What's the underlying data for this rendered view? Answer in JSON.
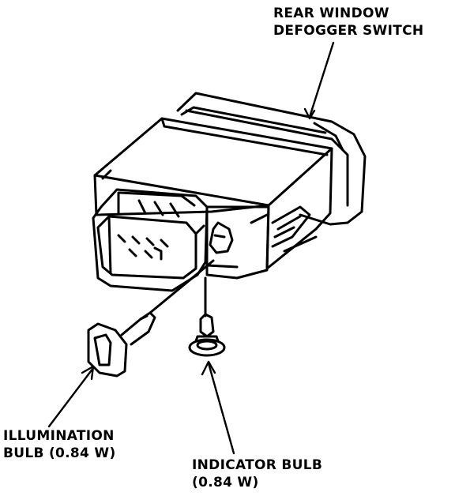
{
  "labels": {
    "switch_line1": "REAR WINDOW",
    "switch_line2": "DEFOGGER SWITCH",
    "illumination_line1": "ILLUMINATION",
    "illumination_line2": "BULB (0.84 W)",
    "indicator_line1": "INDICATOR BULB",
    "indicator_line2": "(0.84 W)"
  },
  "colors": {
    "ink": "#000000",
    "paper": "#ffffff"
  }
}
